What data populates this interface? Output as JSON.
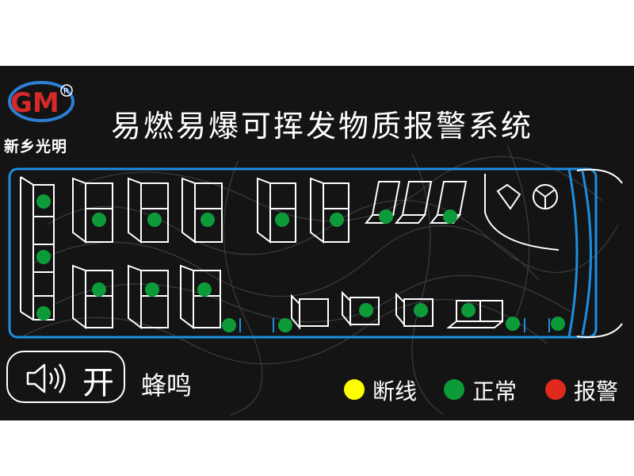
{
  "header": {
    "brand_mark": "GM",
    "registered_mark": "R",
    "company_name": "新乡光明",
    "title": "易燃易爆可挥发物质报警系统"
  },
  "controls": {
    "sound_button_label": "开",
    "buzzer_label": "蜂鸣"
  },
  "legend": [
    {
      "label": "断线",
      "color": "#ffff00"
    },
    {
      "label": "正常",
      "color": "#0d9b3a"
    },
    {
      "label": "报警",
      "color": "#e02a1e"
    }
  ],
  "colors": {
    "background": "#141414",
    "bus_outline": "#1c8fe0",
    "seat_outline": "#ffffff",
    "sensor_normal": "#0d9b3a",
    "brand_red": "#d42a2a",
    "brand_blue": "#2c7fd4"
  },
  "icons": {
    "speaker": "speaker-icon",
    "steering_wheel": "steering-wheel-icon"
  }
}
